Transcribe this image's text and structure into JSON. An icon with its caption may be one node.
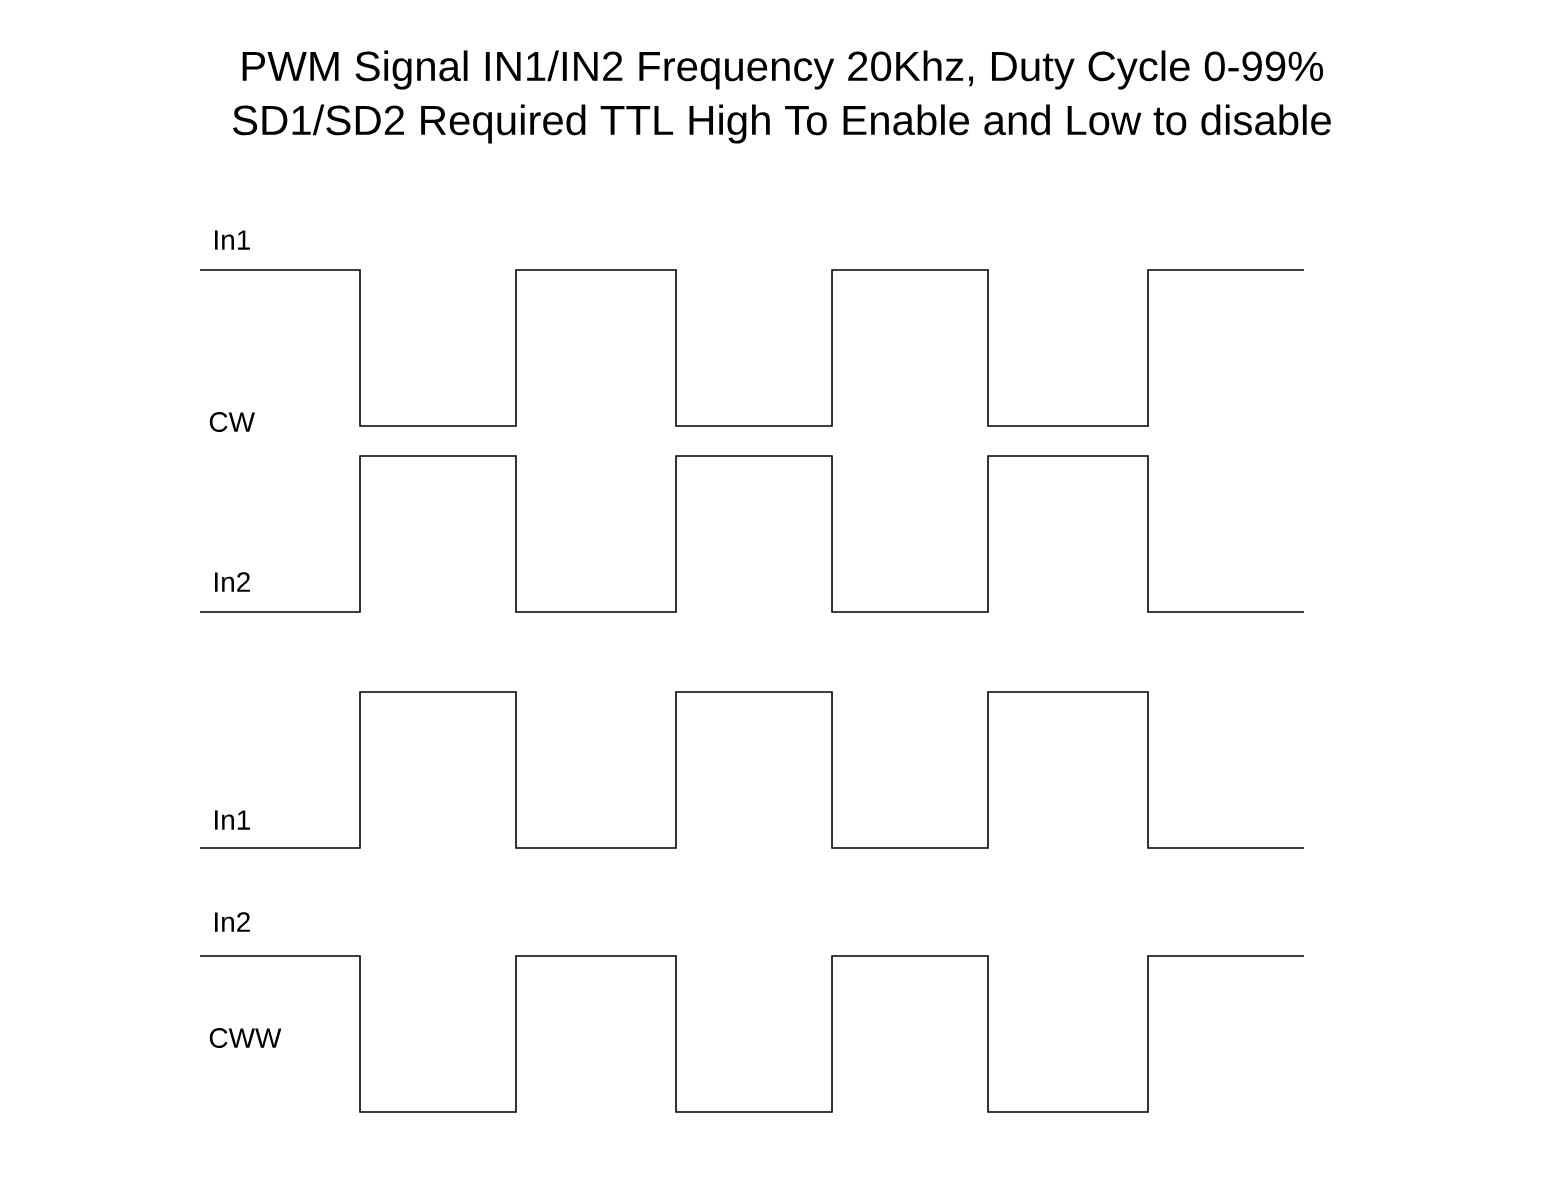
{
  "diagram": {
    "title": "PWM Signal IN1/IN2 Frequency 20Khz, Duty Cycle 0-99%",
    "labels": [
      "SD1/SD2 Required TTL High To Enable and Low to disable",
      "In1",
      "CW",
      "In2",
      "In1",
      "In2",
      "CWW"
    ]
  }
}
